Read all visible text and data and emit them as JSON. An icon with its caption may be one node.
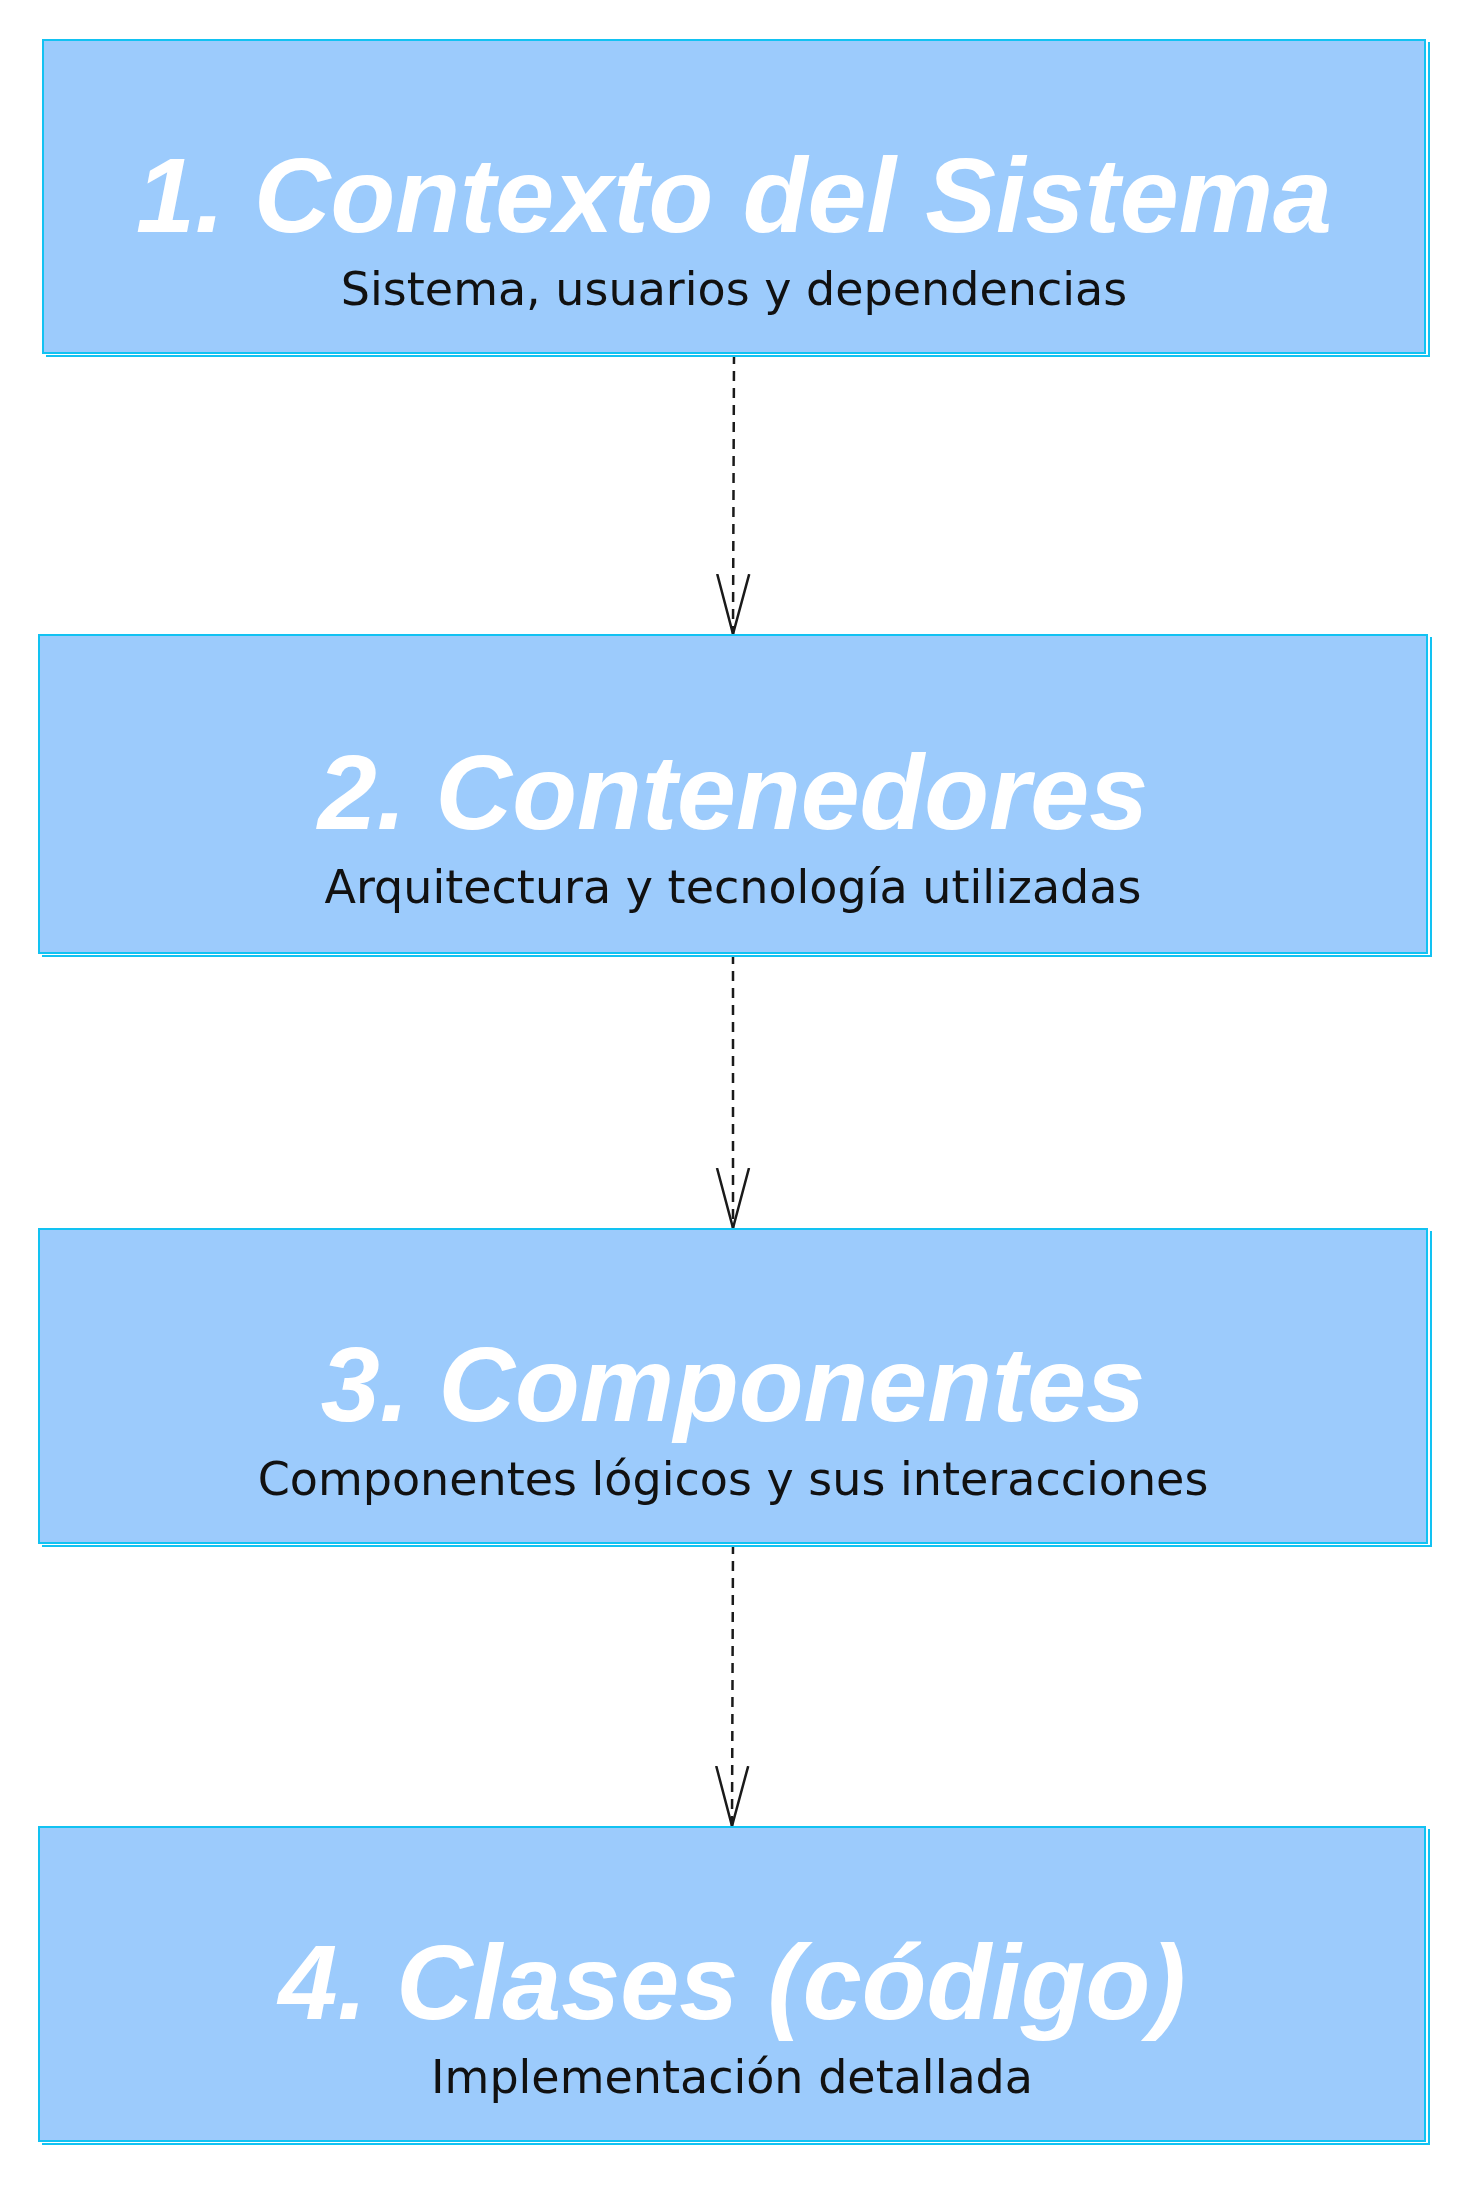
{
  "diagram": {
    "nodes": [
      {
        "text": [
          "1. Contexto del Sistema",
          "Sistema, usuarios y dependencias"
        ]
      },
      {
        "text": [
          "2. Contenedores",
          "Arquitectura y tecnología utilizadas"
        ]
      },
      {
        "text": [
          "3. Componentes",
          "Componentes lógicos y sus interacciones"
        ]
      },
      {
        "text": [
          "4. Clases (código)",
          "Implementación detallada"
        ]
      }
    ],
    "edges": [
      {
        "from": 0,
        "to": 1,
        "arrow": "to",
        "style": "dashed"
      },
      {
        "from": 1,
        "to": 2,
        "arrow": "to",
        "style": "dashed"
      },
      {
        "from": 2,
        "to": 3,
        "arrow": "to",
        "style": "dashed"
      }
    ]
  }
}
